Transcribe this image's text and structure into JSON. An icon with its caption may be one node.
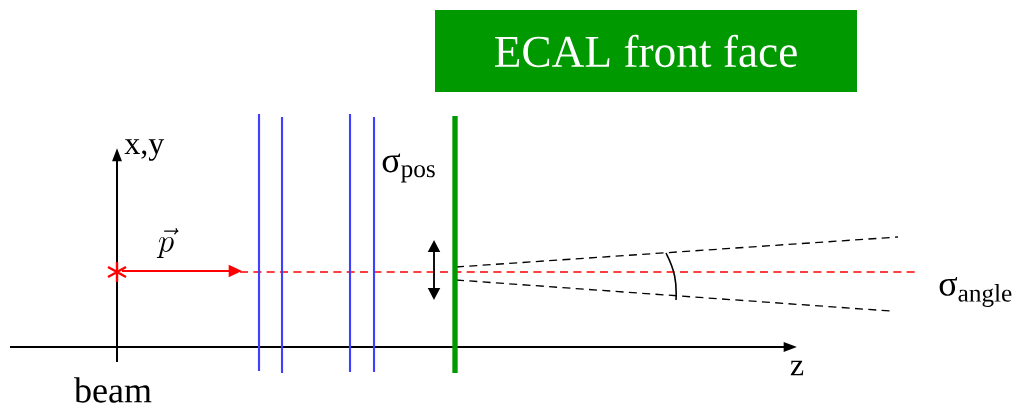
{
  "diagram": {
    "nodes": [
      {
        "text": [
          "ECAL front face"
        ]
      }
    ],
    "labels": [
      "x,y",
      "\\vec{p}",
      "σ$_{pos}$",
      "σ$_{angle}$",
      "z",
      "beam"
    ]
  }
}
